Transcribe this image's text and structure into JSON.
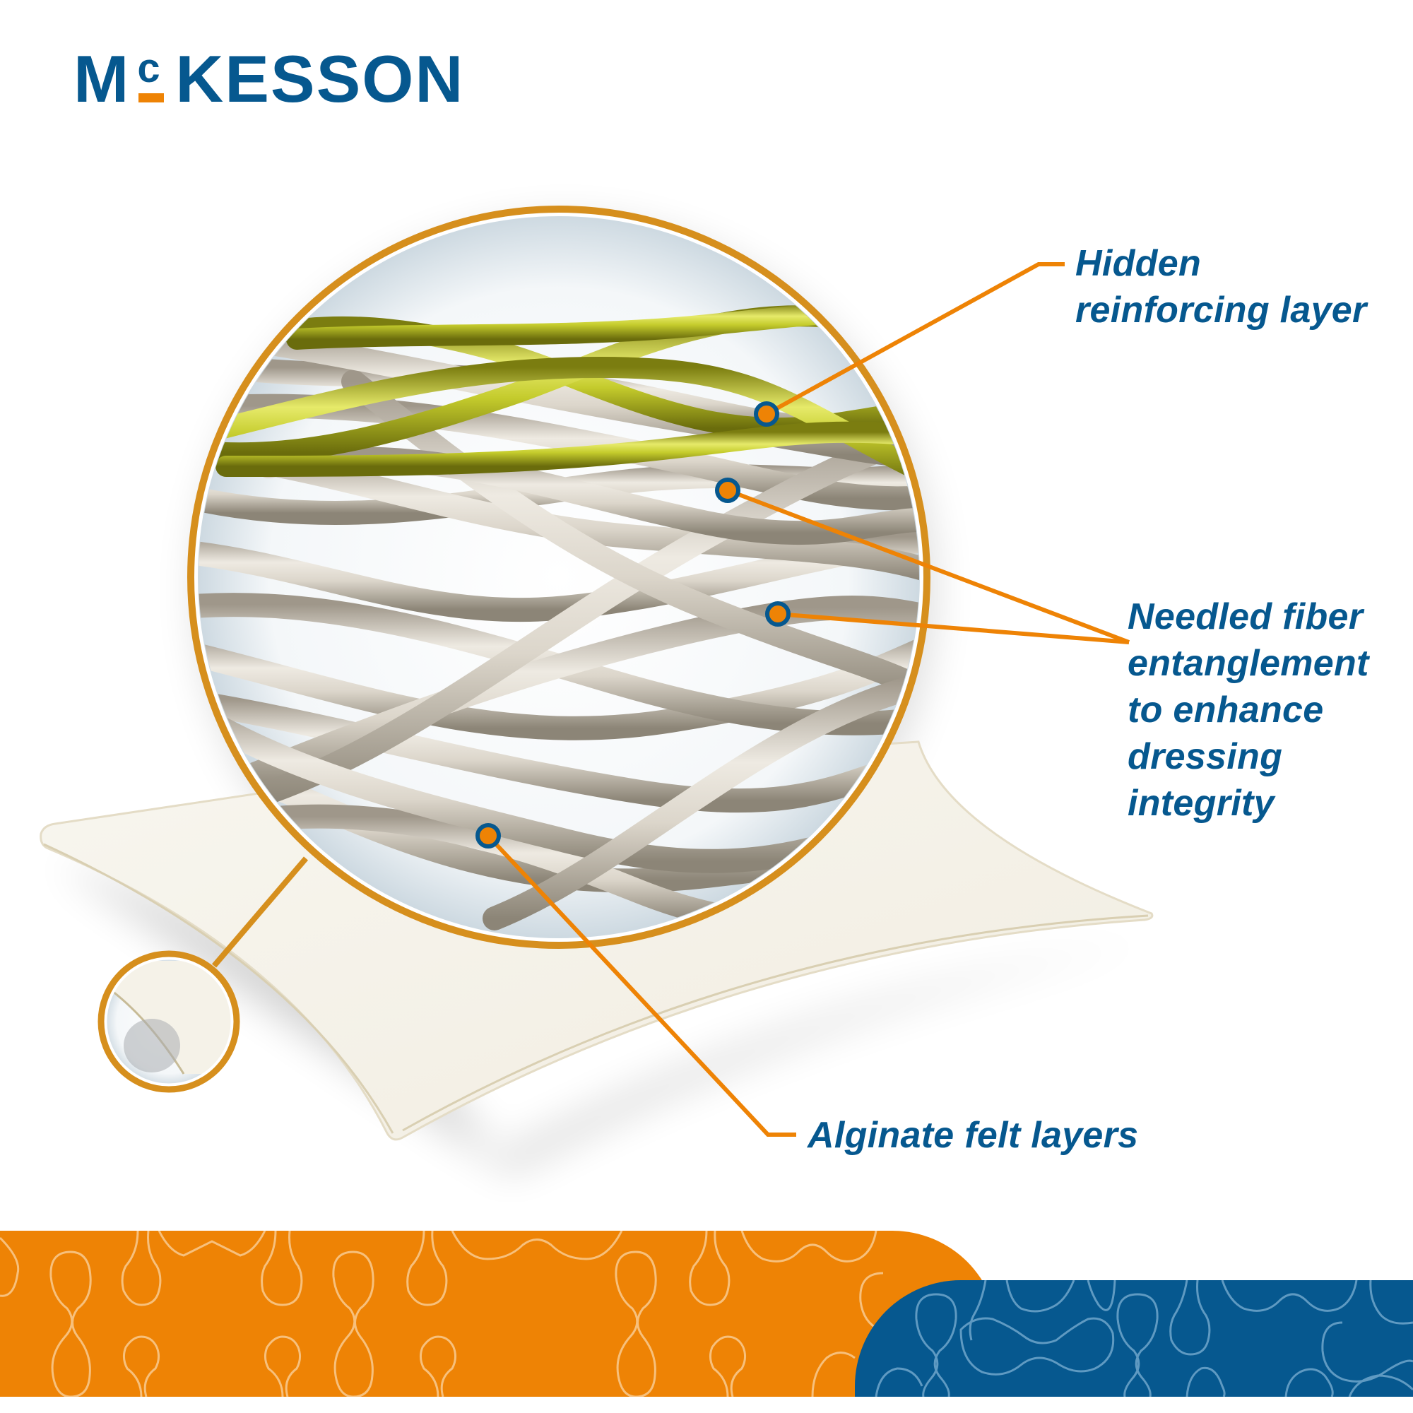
{
  "brand": {
    "name": "McKESSON",
    "logo_prefix": "M",
    "logo_superscript": "c",
    "logo_suffix": "KESSON",
    "colors": {
      "brand_blue": "#06588f",
      "brand_orange": "#ee8305",
      "ring_gold": "#d68f1d",
      "fiber_green": "#c4cc2a",
      "fiber_beige": "#d9d3c7",
      "dressing_cream": "#f6f3ea"
    }
  },
  "diagram": {
    "subject": "Alginate wound dressing cross-section magnification",
    "callouts": [
      {
        "id": "hidden-reinforcing-layer",
        "lines": [
          "Hidden",
          "reinforcing layer"
        ],
        "pin_count": 1
      },
      {
        "id": "needled-fiber-entanglement",
        "lines": [
          "Needled fiber",
          "entanglement",
          "to enhance",
          "dressing",
          "integrity"
        ],
        "pin_count": 2
      },
      {
        "id": "alginate-felt-layers",
        "lines": [
          "Alginate felt layers"
        ],
        "pin_count": 1
      }
    ],
    "magnifier": {
      "main_lens": "large circular zoom of fiber structure",
      "source_lens": "small circular zoom on dressing edge"
    }
  },
  "footer": {
    "left_panel": "orange patterned band",
    "right_panel": "blue patterned band"
  }
}
